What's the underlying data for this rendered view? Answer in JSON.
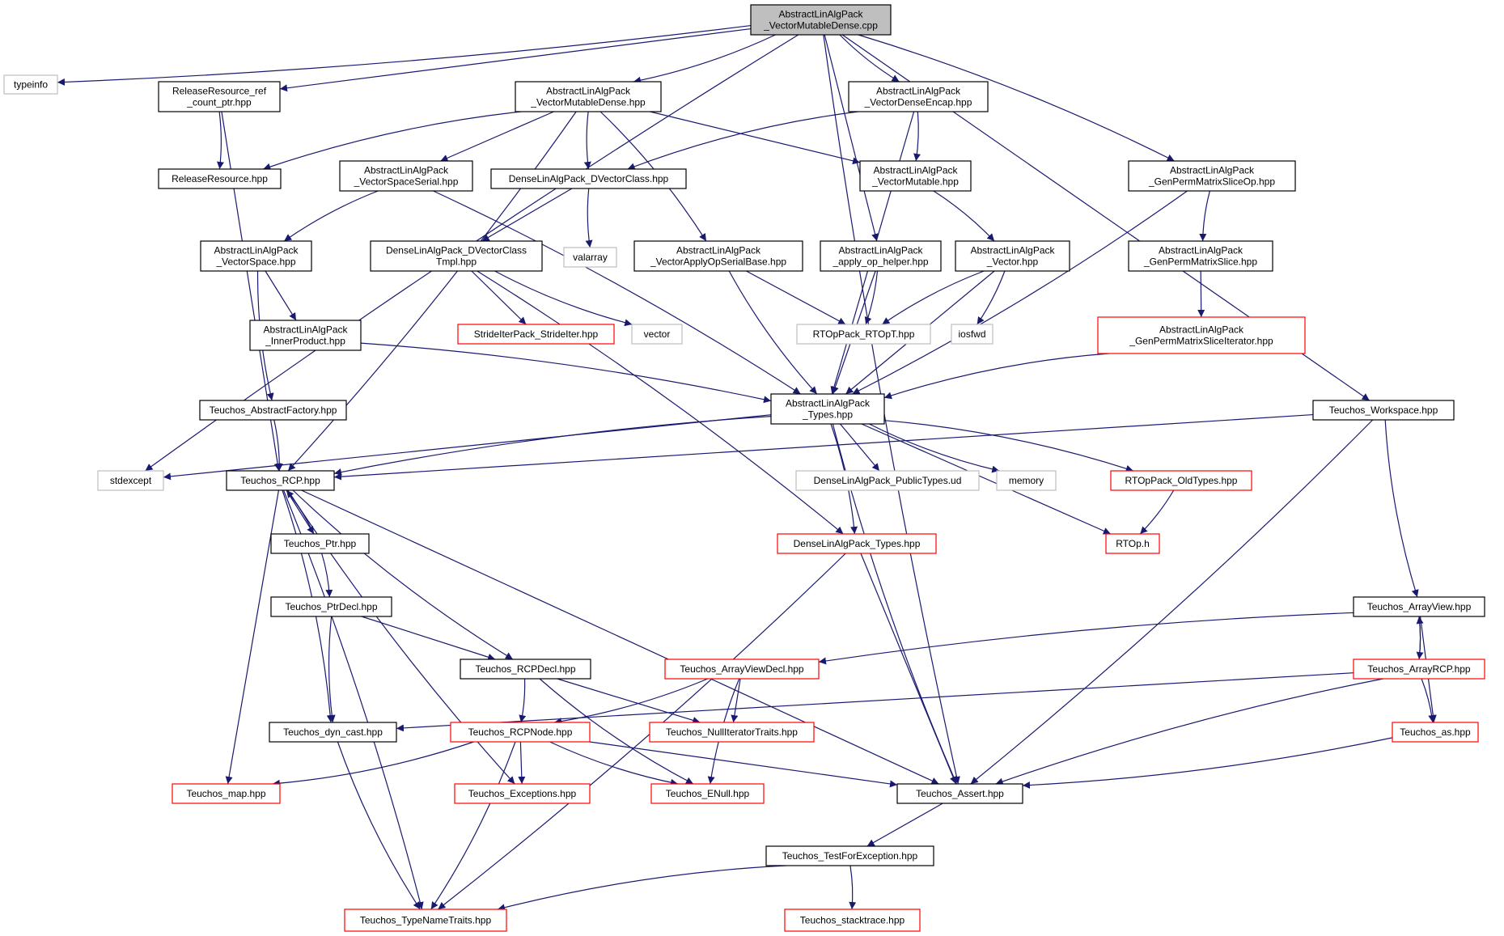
{
  "graph": {
    "nodes": [
      {
        "id": "root",
        "lines": [
          "AbstractLinAlgPack",
          "_VectorMutableDense.cpp"
        ],
        "style": "root"
      },
      {
        "id": "typeinfo",
        "lines": [
          "typeinfo"
        ],
        "style": "grey"
      },
      {
        "id": "releaseref",
        "lines": [
          "ReleaseResource_ref",
          "_count_ptr.hpp"
        ],
        "style": "black"
      },
      {
        "id": "vmdhpp",
        "lines": [
          "AbstractLinAlgPack",
          "_VectorMutableDense.hpp"
        ],
        "style": "black"
      },
      {
        "id": "vde",
        "lines": [
          "AbstractLinAlgPack",
          "_VectorDenseEncap.hpp"
        ],
        "style": "black"
      },
      {
        "id": "gpmso",
        "lines": [
          "AbstractLinAlgPack",
          "_GenPermMatrixSliceOp.hpp"
        ],
        "style": "black"
      },
      {
        "id": "rr",
        "lines": [
          "ReleaseResource.hpp"
        ],
        "style": "black"
      },
      {
        "id": "vss",
        "lines": [
          "AbstractLinAlgPack",
          "_VectorSpaceSerial.hpp"
        ],
        "style": "black"
      },
      {
        "id": "dvc",
        "lines": [
          "DenseLinAlgPack_DVectorClass.hpp"
        ],
        "style": "black"
      },
      {
        "id": "vm",
        "lines": [
          "AbstractLinAlgPack",
          "_VectorMutable.hpp"
        ],
        "style": "black"
      },
      {
        "id": "vs",
        "lines": [
          "AbstractLinAlgPack",
          "_VectorSpace.hpp"
        ],
        "style": "black"
      },
      {
        "id": "dvct",
        "lines": [
          "DenseLinAlgPack_DVectorClass",
          "Tmpl.hpp"
        ],
        "style": "black"
      },
      {
        "id": "valarray",
        "lines": [
          "valarray"
        ],
        "style": "grey"
      },
      {
        "id": "vaosb",
        "lines": [
          "AbstractLinAlgPack",
          "_VectorApplyOpSerialBase.hpp"
        ],
        "style": "black"
      },
      {
        "id": "aoh",
        "lines": [
          "AbstractLinAlgPack",
          "_apply_op_helper.hpp"
        ],
        "style": "black"
      },
      {
        "id": "vec",
        "lines": [
          "AbstractLinAlgPack",
          "_Vector.hpp"
        ],
        "style": "black"
      },
      {
        "id": "gpms",
        "lines": [
          "AbstractLinAlgPack",
          "_GenPermMatrixSlice.hpp"
        ],
        "style": "black"
      },
      {
        "id": "ip",
        "lines": [
          "AbstractLinAlgPack",
          "_InnerProduct.hpp"
        ],
        "style": "black"
      },
      {
        "id": "sip",
        "lines": [
          "StrideIterPack_StrideIter.hpp"
        ],
        "style": "red"
      },
      {
        "id": "vector",
        "lines": [
          "vector"
        ],
        "style": "grey"
      },
      {
        "id": "rtopt",
        "lines": [
          "RTOpPack_RTOpT.hpp"
        ],
        "style": "grey"
      },
      {
        "id": "iosfwd",
        "lines": [
          "iosfwd"
        ],
        "style": "grey"
      },
      {
        "id": "gpmsi",
        "lines": [
          "AbstractLinAlgPack",
          "_GenPermMatrixSliceIterator.hpp"
        ],
        "style": "red"
      },
      {
        "id": "af",
        "lines": [
          "Teuchos_AbstractFactory.hpp"
        ],
        "style": "black"
      },
      {
        "id": "types",
        "lines": [
          "AbstractLinAlgPack",
          "_Types.hpp"
        ],
        "style": "black"
      },
      {
        "id": "ws",
        "lines": [
          "Teuchos_Workspace.hpp"
        ],
        "style": "black"
      },
      {
        "id": "stdexcept",
        "lines": [
          "stdexcept"
        ],
        "style": "grey"
      },
      {
        "id": "rcp",
        "lines": [
          "Teuchos_RCP.hpp"
        ],
        "style": "black"
      },
      {
        "id": "dlapt",
        "lines": [
          "DenseLinAlgPack_PublicTypes.ud"
        ],
        "style": "grey"
      },
      {
        "id": "memory",
        "lines": [
          "memory"
        ],
        "style": "grey"
      },
      {
        "id": "rtopold",
        "lines": [
          "RTOpPack_OldTypes.hpp"
        ],
        "style": "red"
      },
      {
        "id": "ptr",
        "lines": [
          "Teuchos_Ptr.hpp"
        ],
        "style": "black"
      },
      {
        "id": "dlatypes",
        "lines": [
          "DenseLinAlgPack_Types.hpp"
        ],
        "style": "red"
      },
      {
        "id": "rtoph",
        "lines": [
          "RTOp.h"
        ],
        "style": "red"
      },
      {
        "id": "ptrdecl",
        "lines": [
          "Teuchos_PtrDecl.hpp"
        ],
        "style": "black"
      },
      {
        "id": "av",
        "lines": [
          "Teuchos_ArrayView.hpp"
        ],
        "style": "black"
      },
      {
        "id": "rcpdecl",
        "lines": [
          "Teuchos_RCPDecl.hpp"
        ],
        "style": "black"
      },
      {
        "id": "avdecl",
        "lines": [
          "Teuchos_ArrayViewDecl.hpp"
        ],
        "style": "red"
      },
      {
        "id": "arcp",
        "lines": [
          "Teuchos_ArrayRCP.hpp"
        ],
        "style": "red"
      },
      {
        "id": "dyncast",
        "lines": [
          "Teuchos_dyn_cast.hpp"
        ],
        "style": "black"
      },
      {
        "id": "rcpnode",
        "lines": [
          "Teuchos_RCPNode.hpp"
        ],
        "style": "red"
      },
      {
        "id": "nit",
        "lines": [
          "Teuchos_NullIteratorTraits.hpp"
        ],
        "style": "red"
      },
      {
        "id": "as",
        "lines": [
          "Teuchos_as.hpp"
        ],
        "style": "red"
      },
      {
        "id": "map",
        "lines": [
          "Teuchos_map.hpp"
        ],
        "style": "red"
      },
      {
        "id": "exc",
        "lines": [
          "Teuchos_Exceptions.hpp"
        ],
        "style": "red"
      },
      {
        "id": "enull",
        "lines": [
          "Teuchos_ENull.hpp"
        ],
        "style": "red"
      },
      {
        "id": "assert",
        "lines": [
          "Teuchos_Assert.hpp"
        ],
        "style": "black"
      },
      {
        "id": "tfe",
        "lines": [
          "Teuchos_TestForException.hpp"
        ],
        "style": "black"
      },
      {
        "id": "tnt",
        "lines": [
          "Teuchos_TypeNameTraits.hpp"
        ],
        "style": "red"
      },
      {
        "id": "stack",
        "lines": [
          "Teuchos_stacktrace.hpp"
        ],
        "style": "red"
      }
    ],
    "edges": [
      [
        "root",
        "typeinfo"
      ],
      [
        "root",
        "releaseref"
      ],
      [
        "root",
        "stdexcept"
      ],
      [
        "root",
        "vmdhpp"
      ],
      [
        "root",
        "aoh"
      ],
      [
        "root",
        "vde"
      ],
      [
        "root",
        "gpmso"
      ],
      [
        "root",
        "ws"
      ],
      [
        "root",
        "assert"
      ],
      [
        "releaseref",
        "rr"
      ],
      [
        "releaseref",
        "rcp"
      ],
      [
        "vmdhpp",
        "rr"
      ],
      [
        "vmdhpp",
        "rcp"
      ],
      [
        "vmdhpp",
        "vss"
      ],
      [
        "vmdhpp",
        "dvc"
      ],
      [
        "vmdhpp",
        "vaosb"
      ],
      [
        "vmdhpp",
        "vm"
      ],
      [
        "vde",
        "dvc"
      ],
      [
        "vde",
        "vm"
      ],
      [
        "vde",
        "types"
      ],
      [
        "vss",
        "vs"
      ],
      [
        "vss",
        "types"
      ],
      [
        "dvc",
        "dvct"
      ],
      [
        "dvc",
        "valarray"
      ],
      [
        "vm",
        "vec"
      ],
      [
        "vs",
        "ip"
      ],
      [
        "vs",
        "af"
      ],
      [
        "ip",
        "types"
      ],
      [
        "dvct",
        "sip"
      ],
      [
        "dvct",
        "vector"
      ],
      [
        "dvct",
        "dlatypes"
      ],
      [
        "vaosb",
        "rtopt"
      ],
      [
        "vaosb",
        "types"
      ],
      [
        "aoh",
        "rtopt"
      ],
      [
        "aoh",
        "types"
      ],
      [
        "vec",
        "rtopt"
      ],
      [
        "vec",
        "iosfwd"
      ],
      [
        "vec",
        "types"
      ],
      [
        "gpmso",
        "gpms"
      ],
      [
        "gpmso",
        "types"
      ],
      [
        "gpms",
        "gpmsi"
      ],
      [
        "gpmsi",
        "types"
      ],
      [
        "af",
        "rcp"
      ],
      [
        "types",
        "stdexcept"
      ],
      [
        "types",
        "rcp"
      ],
      [
        "types",
        "dlatypes"
      ],
      [
        "types",
        "dlapt"
      ],
      [
        "types",
        "memory"
      ],
      [
        "types",
        "rtopold"
      ],
      [
        "types",
        "rtoph"
      ],
      [
        "types",
        "assert"
      ],
      [
        "rtopold",
        "rtoph"
      ],
      [
        "ws",
        "rcp"
      ],
      [
        "ws",
        "av"
      ],
      [
        "ws",
        "assert"
      ],
      [
        "rcp",
        "ptr"
      ],
      [
        "rcp",
        "rcpdecl"
      ],
      [
        "rcp",
        "dyncast"
      ],
      [
        "rcp",
        "map"
      ],
      [
        "rcp",
        "exc"
      ],
      [
        "rcp",
        "tnt"
      ],
      [
        "rcp",
        "assert"
      ],
      [
        "ptr",
        "rcp"
      ],
      [
        "ptr",
        "ptrdecl"
      ],
      [
        "ptrdecl",
        "rcpdecl"
      ],
      [
        "ptrdecl",
        "dyncast"
      ],
      [
        "dlatypes",
        "tnt"
      ],
      [
        "dlatypes",
        "assert"
      ],
      [
        "av",
        "avdecl"
      ],
      [
        "av",
        "arcp"
      ],
      [
        "av",
        "as"
      ],
      [
        "arcp",
        "av"
      ],
      [
        "arcp",
        "as"
      ],
      [
        "arcp",
        "dyncast"
      ],
      [
        "arcp",
        "assert"
      ],
      [
        "avdecl",
        "rcpnode"
      ],
      [
        "avdecl",
        "nit"
      ],
      [
        "avdecl",
        "enull"
      ],
      [
        "rcpdecl",
        "rcpnode"
      ],
      [
        "rcpdecl",
        "nit"
      ],
      [
        "rcpdecl",
        "enull"
      ],
      [
        "rcpnode",
        "map"
      ],
      [
        "rcpnode",
        "exc"
      ],
      [
        "rcpnode",
        "enull"
      ],
      [
        "rcpnode",
        "tnt"
      ],
      [
        "rcpnode",
        "assert"
      ],
      [
        "dyncast",
        "tnt"
      ],
      [
        "as",
        "assert"
      ],
      [
        "assert",
        "tfe"
      ],
      [
        "tfe",
        "tnt"
      ],
      [
        "tfe",
        "stack"
      ]
    ]
  },
  "colors": {
    "edge": "#191970",
    "root_fill": "#bfbfbf",
    "node_border_black": "#000000",
    "node_border_red": "#ff0000",
    "node_border_grey": "#bfbfbf",
    "text": "#000000"
  }
}
